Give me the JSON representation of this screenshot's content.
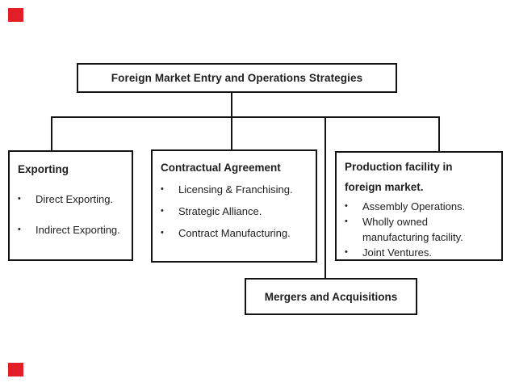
{
  "slide": {
    "background_color": "#ffffff",
    "accent_color": "#e31e26",
    "line_color": "#141414",
    "text_color": "#1e1e1e"
  },
  "ui": {
    "bullet_char": "•"
  },
  "diagram": {
    "root": {
      "label": "Foreign Market Entry and Operations Strategies"
    },
    "boxes": [
      {
        "title": "Exporting",
        "bullets": [
          "Direct Exporting.",
          "Indirect Exporting."
        ]
      },
      {
        "title": "Contractual Agreement",
        "bullets": [
          "Licensing & Franchising.",
          "Strategic Alliance.",
          "Contract Manufacturing."
        ]
      },
      {
        "title": "Production facility in foreign market.",
        "bullets": [
          "Assembly Operations.",
          "Wholly owned manufacturing facility.",
          "Joint Ventures."
        ]
      }
    ],
    "bottom": {
      "label": "Mergers and Acquisitions"
    }
  }
}
